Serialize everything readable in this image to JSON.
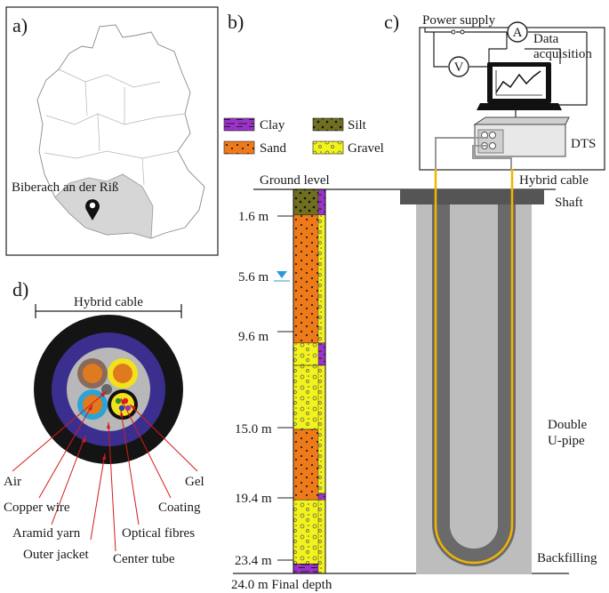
{
  "panels": {
    "a": "a)",
    "b": "b)",
    "c": "c)",
    "d": "d)"
  },
  "map": {
    "location": "Biberach an der Riß"
  },
  "legend": [
    {
      "key": "clay",
      "label": "Clay",
      "color": "#9b33c9"
    },
    {
      "key": "silt",
      "label": "Silt",
      "color": "#6f6f1f"
    },
    {
      "key": "sand",
      "label": "Sand",
      "color": "#ef7a1a"
    },
    {
      "key": "gravel",
      "label": "Gravel",
      "color": "#f2f21c"
    }
  ],
  "profile": {
    "ground_level": "Ground level",
    "groundwater": "5.6 m",
    "depths": [
      "1.6 m",
      "9.6 m",
      "15.0 m",
      "19.4 m",
      "23.4 m"
    ],
    "final_depth": "24.0 m Final depth",
    "layers": [
      {
        "top_m": 0.0,
        "bottom_m": 1.6,
        "type": "silt"
      },
      {
        "top_m": 1.6,
        "bottom_m": 9.6,
        "type": "sand"
      },
      {
        "top_m": 9.6,
        "bottom_m": 11.0,
        "type": "gravel"
      },
      {
        "top_m": 11.0,
        "bottom_m": 15.0,
        "type": "gravel"
      },
      {
        "top_m": 15.0,
        "bottom_m": 19.4,
        "type": "sand"
      },
      {
        "top_m": 19.4,
        "bottom_m": 23.4,
        "type": "gravel"
      },
      {
        "top_m": 23.4,
        "bottom_m": 24.0,
        "type": "clay"
      }
    ]
  },
  "setup": {
    "power_supply": "Power supply",
    "ammeter": "A",
    "voltmeter": "V",
    "data_acquisition_1": "Data",
    "data_acquisition_2": "acquisition",
    "dts": "DTS",
    "hybrid_cable": "Hybrid cable",
    "shaft": "Shaft",
    "double_upipe_1": "Double",
    "double_upipe_2": "U-pipe",
    "backfilling": "Backfilling"
  },
  "cable": {
    "title": "Hybrid cable",
    "labels": [
      {
        "key": "air",
        "text": "Air",
        "color": "#b0b0b0"
      },
      {
        "key": "copper_wire",
        "text": "Copper wire",
        "color": "#e07a1e"
      },
      {
        "key": "aramid_yarn",
        "text": "Aramid yarn",
        "color": "#3a2f8f"
      },
      {
        "key": "outer_jacket",
        "text": "Outer jacket",
        "color": "#1a1a1a"
      },
      {
        "key": "center_tube",
        "text": "Center tube",
        "color": "#555555"
      },
      {
        "key": "optical_fibres",
        "text": "Optical fibres",
        "color": "#e6d800"
      },
      {
        "key": "coating",
        "text": "Coating",
        "color": "#1a1a1a"
      },
      {
        "key": "gel",
        "text": "Gel",
        "color": "#9bbf1e"
      }
    ]
  }
}
